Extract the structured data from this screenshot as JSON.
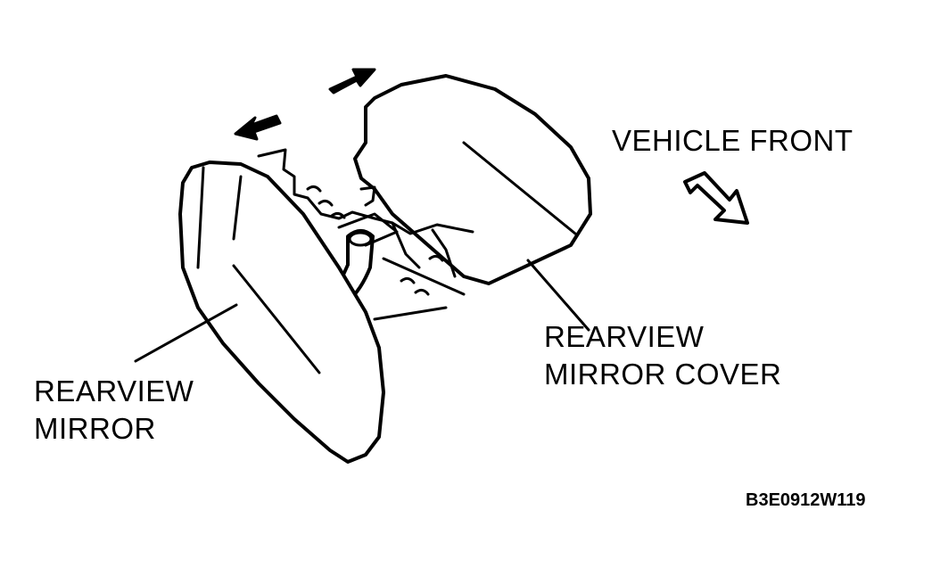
{
  "labels": {
    "vehicle_front": "VEHICLE FRONT",
    "rearview_mirror_cover_line1": "REARVIEW",
    "rearview_mirror_cover_line2": "MIRROR COVER",
    "rearview_mirror_line1": "REARVIEW",
    "rearview_mirror_line2": "MIRROR",
    "figure_code": "B3E0912W119"
  },
  "colors": {
    "ink": "#000000",
    "background": "#ffffff"
  },
  "icons": [
    "arrow-right-icon",
    "arrow-left-icon",
    "hollow-arrow-icon"
  ]
}
